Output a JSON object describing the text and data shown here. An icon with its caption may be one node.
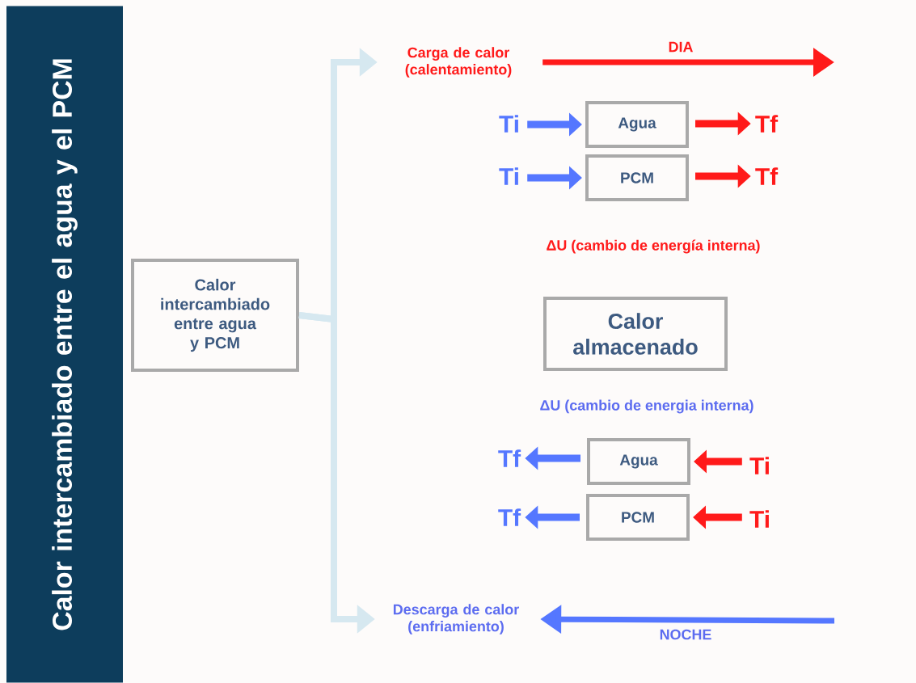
{
  "diagram": {
    "nodes": [
      {
        "text": [
          "Calor intercambiado entre el agua y el PCM"
        ]
      },
      {
        "text": [
          "Calor intercambiado entre agua y PCM"
        ]
      },
      {
        "text": [
          "Carga de calor (calentamiento)"
        ]
      },
      {
        "text": [
          "Descarga de calor (enfriamiento)"
        ]
      },
      {
        "text": [
          "Ti"
        ]
      },
      {
        "text": [
          "Agua"
        ]
      },
      {
        "text": [
          "Tf"
        ]
      },
      {
        "text": [
          "Ti"
        ]
      },
      {
        "text": [
          "PCM"
        ]
      },
      {
        "text": [
          "Tf"
        ]
      },
      {
        "text": [
          "Calor almacenado"
        ]
      },
      {
        "text": [
          "Tf"
        ]
      },
      {
        "text": [
          "Agua"
        ]
      },
      {
        "text": [
          "Ti"
        ]
      },
      {
        "text": [
          "Tf"
        ]
      },
      {
        "text": [
          "PCM"
        ]
      },
      {
        "text": [
          "Ti"
        ]
      }
    ],
    "edges": [
      {
        "from": 1,
        "to": 2,
        "arrow": "to",
        "color": "#d6e8f0"
      },
      {
        "from": 1,
        "to": 3,
        "arrow": "to",
        "color": "#d6e8f0"
      },
      {
        "from": 2,
        "to": null,
        "arrow": "to",
        "label": "DIA",
        "color": "#ff1a1a"
      },
      {
        "from": null,
        "to": 3,
        "arrow": "to",
        "label": "NOCHE",
        "color": "#5577ff"
      },
      {
        "from": 4,
        "to": 5,
        "arrow": "to",
        "color": "#5577ff"
      },
      {
        "from": 5,
        "to": 6,
        "arrow": "to",
        "color": "#ff1a1a"
      },
      {
        "from": 7,
        "to": 8,
        "arrow": "to",
        "color": "#5577ff"
      },
      {
        "from": 8,
        "to": 9,
        "arrow": "to",
        "color": "#ff1a1a"
      },
      {
        "from": 12,
        "to": 11,
        "arrow": "to",
        "color": "#5577ff"
      },
      {
        "from": 13,
        "to": 12,
        "arrow": "to",
        "color": "#ff1a1a"
      },
      {
        "from": 15,
        "to": 14,
        "arrow": "to",
        "color": "#5577ff"
      },
      {
        "from": 16,
        "to": 15,
        "arrow": "to",
        "color": "#ff1a1a"
      }
    ],
    "labels": [
      "ΔU (cambio de energía interna)",
      "ΔU (cambio de energia interna)"
    ]
  }
}
